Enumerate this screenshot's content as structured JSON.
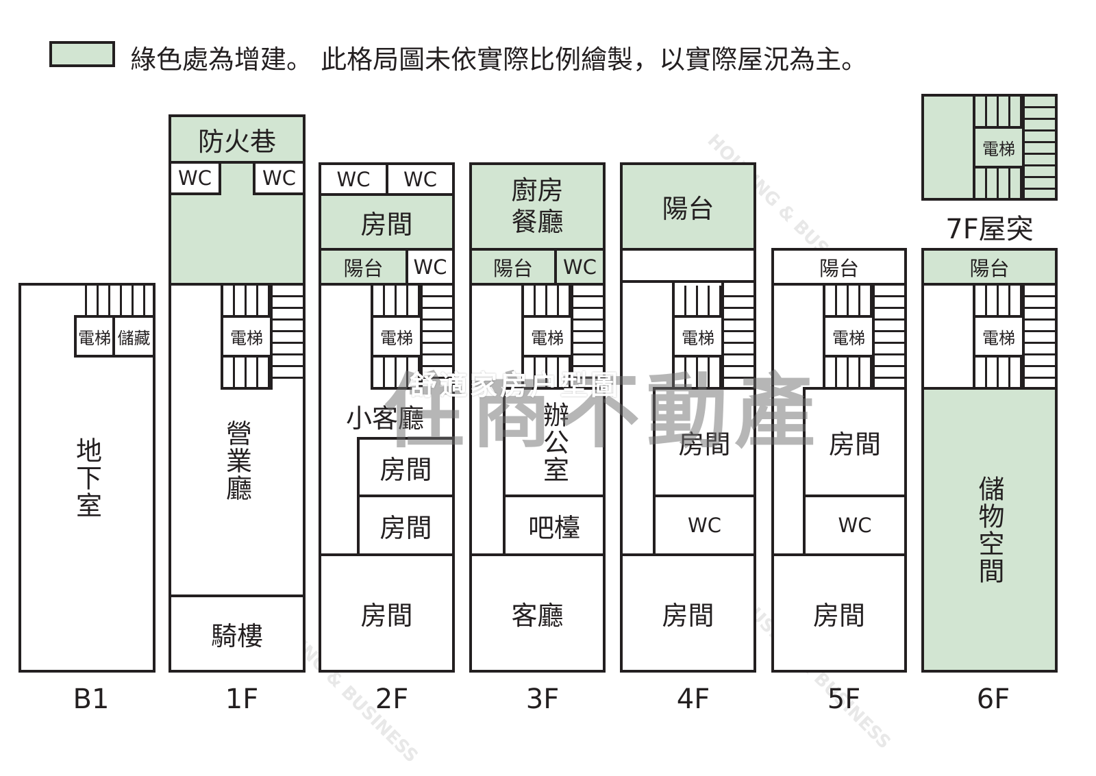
{
  "legend": {
    "text": "綠色處為增建。 此格局圖未依實際比例繪製，以實際屋況為主。",
    "green_color": "#d2e5d2"
  },
  "watermark": {
    "main": "住商不動產",
    "sub": "HOUSING & BUSINESS"
  },
  "overlay_text": "舒適家房户型圖",
  "floors": {
    "b1": {
      "label": "B1",
      "basement": "地下室",
      "elevator": "電梯",
      "storage": "儲藏"
    },
    "f1": {
      "label": "1F",
      "fire_lane": "防火巷",
      "wc1": "WC",
      "wc2": "WC",
      "elevator": "電梯",
      "hall": "營業廳",
      "arcade": "騎樓"
    },
    "f2": {
      "label": "2F",
      "wc1": "WC",
      "wc2": "WC",
      "room_top": "房間",
      "balcony": "陽台",
      "wc3": "WC",
      "elevator": "電梯",
      "small_living": "小客廳",
      "room1": "房間",
      "room2": "房間",
      "room3": "房間"
    },
    "f3": {
      "label": "3F",
      "kitchen": "廚房",
      "dining": "餐廳",
      "balcony": "陽台",
      "wc": "WC",
      "elevator": "電梯",
      "office": "辦公室",
      "bar": "吧檯",
      "living": "客廳"
    },
    "f4": {
      "label": "4F",
      "balcony": "陽台",
      "elevator": "電梯",
      "room1": "房間",
      "wc": "WC",
      "room2": "房間"
    },
    "f5": {
      "label": "5F",
      "balcony": "陽台",
      "elevator": "電梯",
      "room1": "房間",
      "wc": "WC",
      "room2": "房間"
    },
    "f6": {
      "label": "6F",
      "balcony": "陽台",
      "elevator": "電梯",
      "storage": "儲物空間"
    },
    "f7": {
      "label": "7F屋突",
      "elevator": "電梯"
    }
  }
}
